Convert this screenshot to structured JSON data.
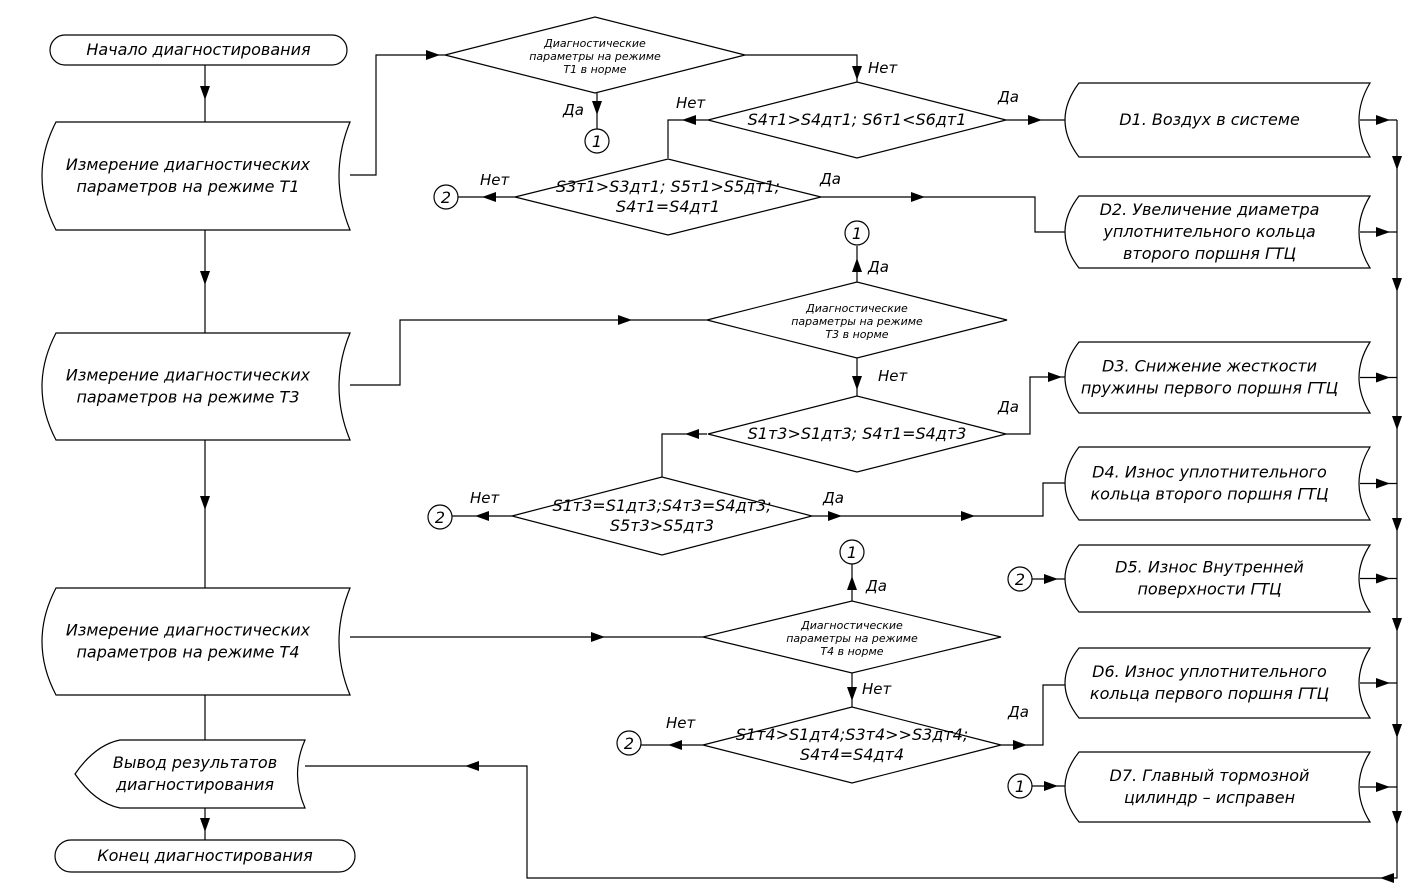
{
  "start": "Начало диагностирования",
  "end": "Конец диагностирования",
  "output": [
    "Вывод результатов",
    "диагностирования"
  ],
  "measure": [
    [
      "Измерение диагностических",
      "параметров на режиме Т1"
    ],
    [
      "Измерение диагностических",
      "параметров на режиме Т3"
    ],
    [
      "Измерение диагностических",
      "параметров на режиме Т4"
    ]
  ],
  "norm_checks": [
    [
      "Диагностические",
      "параметры на режиме",
      "Т1 в норме"
    ],
    [
      "Диагностические",
      "параметры на режиме",
      "Т3 в норме"
    ],
    [
      "Диагностические",
      "параметры на режиме",
      "Т4 в норме"
    ]
  ],
  "conditions": [
    [
      "S4т1>S4дт1;  S6т1<S6дт1"
    ],
    [
      "S3т1>S3дт1; S5т1>S5дт1;",
      "S4т1=S4дт1"
    ],
    [
      "S1т3>S1дт3;  S4т1=S4дт3"
    ],
    [
      "S1т3=S1дт3;S4т3=S4дт3;",
      "S5т3>S5дт3"
    ],
    [
      "S1т4>S1дт4;S3т4>>S3дт4;",
      "S4т4=S4дт4"
    ]
  ],
  "diagnoses": [
    [
      "D1. Воздух в системе"
    ],
    [
      "D2. Увеличение диаметра",
      "уплотнительного кольца",
      "второго поршня ГТЦ"
    ],
    [
      "D3. Снижение жесткости",
      "пружины первого поршня ГТЦ"
    ],
    [
      "D4. Износ уплотнительного",
      "кольца второго поршня ГТЦ"
    ],
    [
      "D5. Износ Внутренней",
      "поверхности ГТЦ"
    ],
    [
      "D6. Износ уплотнительного",
      "кольца первого поршня ГТЦ"
    ],
    [
      "D7. Главный тормозной",
      "цилиндр – исправен"
    ]
  ],
  "labels": {
    "yes": "Да",
    "no": "Нет"
  },
  "connectors": {
    "one": "1",
    "two": "2"
  }
}
